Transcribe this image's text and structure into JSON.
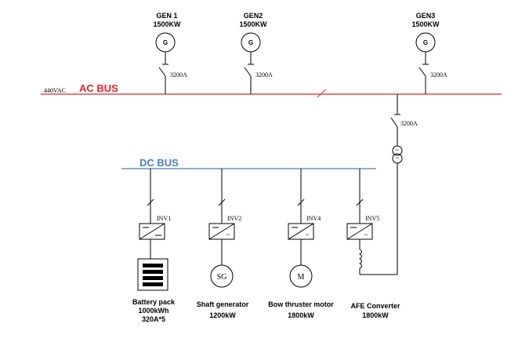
{
  "ac_bus": {
    "label": "AC BUS",
    "voltage": "440VAC",
    "color": "#e8232a"
  },
  "dc_bus": {
    "label": "DC BUS",
    "color": "#4a7ec4"
  },
  "generators": [
    {
      "name": "GEN 1",
      "power": "1500KW",
      "symbol": "G",
      "breaker": "3200A"
    },
    {
      "name": "GEN2",
      "power": "1500KW",
      "symbol": "G",
      "breaker": "3200A"
    },
    {
      "name": "GEN3",
      "power": "1500KW",
      "symbol": "G",
      "breaker": "3200A"
    }
  ],
  "transformer_breaker": "3200A",
  "inverters": [
    {
      "tag": "INV1",
      "load": "battery",
      "title": "Battery pack",
      "line2": "1000kWh",
      "line3": "320A*5",
      "symbol": ""
    },
    {
      "tag": "INV2",
      "load": "shaft-generator",
      "title": "Shaft generator",
      "line2": "1200kW",
      "line3": "",
      "symbol": "SG"
    },
    {
      "tag": "INV4",
      "load": "motor",
      "title": "Bow thruster motor",
      "line2": "1800kW",
      "line3": "",
      "symbol": "M"
    },
    {
      "tag": "INV5",
      "load": "afe",
      "title": "AFE Converter",
      "line2": "1800kW",
      "line3": "",
      "symbol": ""
    }
  ]
}
